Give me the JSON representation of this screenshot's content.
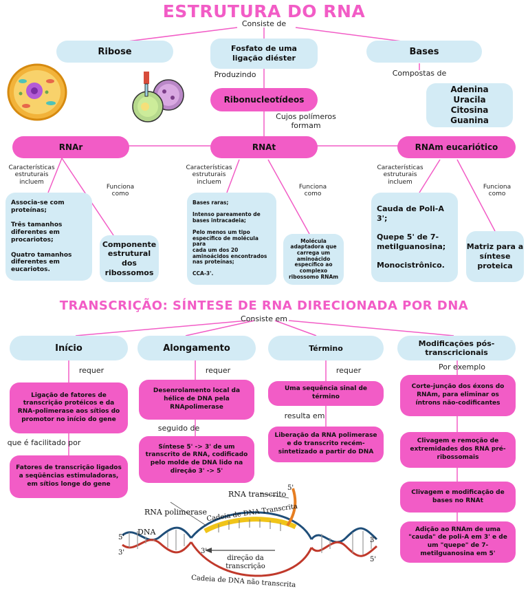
{
  "title_rna": "ESTRUTURA DO RNA",
  "title_transcricao": "TRANSCRIÇÃO: SÍNTESE DE RNA DIRECIONADA POR DNA",
  "structure": {
    "consiste_de": "Consiste de",
    "ribose": "Ribose",
    "fosfato": "Fosfato de uma\nligação diéster",
    "bases": "Bases",
    "produzindo": "Produzindo",
    "compostas_de": "Compostas de",
    "bases_list": "Adenina\nUracila\nCitosina\nGuanina",
    "ribonucleotideos": "Ribonucleotídeos",
    "cujos_polimeros": "Cujos polímeros\nformam",
    "rnar": "RNAr",
    "rnat": "RNAt",
    "rnam": "RNAm eucariótico",
    "caracteristicas": "Características\nestruturais\nincluem",
    "funciona_como": "Funciona\ncomo",
    "rnar_features": "Associa-se com\nproteínas;\n\nTrês tamanhos\ndiferentes em\nprocariotos;\n\nQuatro tamanhos\ndiferentes em\neucariotos.",
    "rnar_function": "Componente\nestrutural dos\nribossomos",
    "rnat_features": "Bases raras;\n\nIntenso pareamento de\nbases intracadeia;\n\nPelo menos um tipo\nespecífico de molécula para\ncada um dos 20\naminoácidos encontrados\nnas proteínas;\n\nCCA-3'.",
    "rnat_function": "Molécula\nadaptadora que\ncarrega um\naminoácido\nespecífico ao\ncomplexo\nribossomo RNAm",
    "rnam_features": "Cauda de Poli-A 3';\n\nQuepe 5' de 7-\nmetilguanosina;\n\nMonocistrônico.",
    "rnam_function": "Matriz para a\nsíntese\nproteica"
  },
  "transcription": {
    "consiste_em": "Consiste em",
    "inicio": "Início",
    "alongamento": "Alongamento",
    "termino": "Término",
    "modificacoes": "Modificações pós-\ntranscricionais",
    "requer": "requer",
    "por_exemplo": "Por exemplo",
    "inicio_req": "Ligação de fatores de\ntranscrição protéicos e da\nRNA-polimerase aos sítios do\npromotor no início do gene",
    "facilitado_por": "que é facilitado por",
    "inicio_fat": "Fatores de transcrição ligados\na seqüências estimuladoras,\nem sítios longe do gene",
    "along_req": "Desenrolamento local da\nhélice de DNA pela\nRNApolimerase",
    "seguido_de": "seguido de",
    "along_seq": "Síntese 5' -> 3' de um\ntranscrito de RNA, codificado\npelo molde de DNA lido na\ndireção 3' -> 5'",
    "term_req": "Uma sequência sinal de\ntérmino",
    "resulta_em": "resulta em",
    "term_res": "Liberação da RNA polimerase\ne do transcrito recém-\nsintetizado a partir do DNA",
    "mod1": "Corte-junção dos éxons do\nRNAm, para eliminar os\níntrons não-codificantes",
    "mod2": "Clivagem e remoção de\nextremidades dos RNA pré-\nribossomais",
    "mod3": "Clivagem e modificação de\nbases no RNAt",
    "mod4": "Adição ao RNAm de uma\n\"cauda\" de poli-A em 3' e de\num \"quepe\" de 7-\nmetilguanosina em 5'"
  },
  "dna_diagram": {
    "rna_transcrito": "RNA transcrito",
    "rna_polimerase": "RNA polimerase",
    "dna": "DNA",
    "cadeia_transcrita": "Cadeia de DNA Transcrita",
    "cadeia_nao_transcrita": "Cadeia de DNA não transcrita",
    "direcao": "direção da\ntranscrição",
    "five_prime": "5'",
    "three_prime": "3'"
  },
  "colors": {
    "pink": "#f25cc6",
    "blue": "#d3ebf5",
    "line": "#f25cc6"
  }
}
